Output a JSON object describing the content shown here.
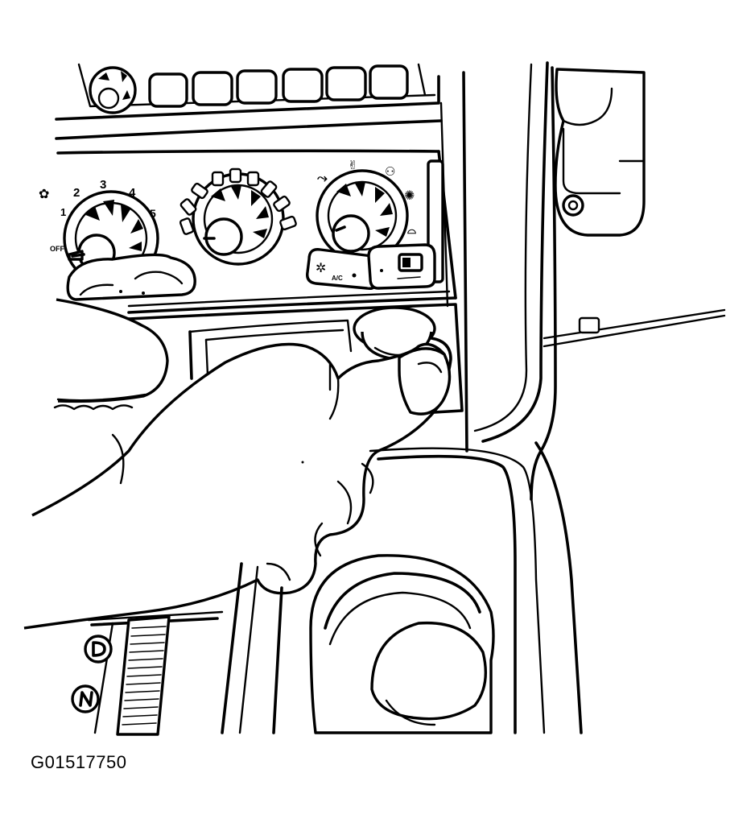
{
  "figure": {
    "id": "G01517750"
  },
  "dial_labels": {
    "fan_off": "OFF",
    "fan_speeds": [
      "1",
      "2",
      "3",
      "4",
      "5"
    ],
    "ac_button": "A/C"
  },
  "icons": [
    "fan-icon",
    "vent-icon",
    "bilevel-icon",
    "floor-icon",
    "defrost-icon",
    "windshield-icon",
    "recirc-icon",
    "gear-d-icon",
    "gear-n-icon"
  ],
  "colors": {
    "ink": "#000000",
    "paper": "#ffffff"
  }
}
